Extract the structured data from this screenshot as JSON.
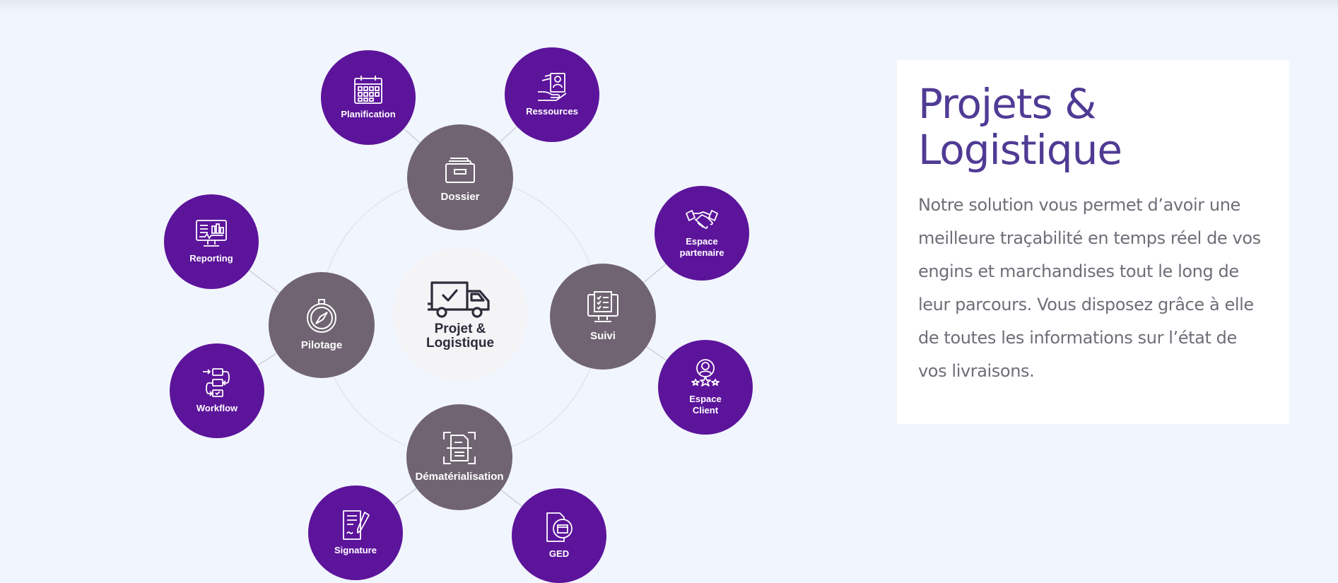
{
  "diagram": {
    "center": {
      "label_line1": "Projet &",
      "label_line2": "Logistique",
      "icon": "delivery-truck-icon"
    },
    "hubs": {
      "dossier": {
        "label": "Dossier",
        "icon": "folder-box-icon"
      },
      "pilotage": {
        "label": "Pilotage",
        "icon": "compass-icon"
      },
      "suivi": {
        "label": "Suivi",
        "icon": "monitor-checklist-icon"
      },
      "dematerialisation": {
        "label": "Dématérialisation",
        "icon": "document-scan-icon"
      }
    },
    "satellites": {
      "planification": {
        "label": "Planification",
        "icon": "calendar-icon"
      },
      "ressources": {
        "label": "Ressources",
        "icon": "hand-profile-card-icon"
      },
      "reporting": {
        "label": "Reporting",
        "icon": "monitor-chart-icon"
      },
      "workflow": {
        "label": "Workflow",
        "icon": "workflow-icon"
      },
      "espace_partenaire": {
        "label_line1": "Espace",
        "label_line2": "partenaire",
        "icon": "handshake-icon"
      },
      "espace_client": {
        "label_line1": "Espace",
        "label_line2": "Client",
        "icon": "user-stars-icon"
      },
      "signature": {
        "label": "Signature",
        "icon": "signed-document-icon"
      },
      "ged": {
        "label": "GED",
        "icon": "document-storage-icon"
      }
    }
  },
  "card": {
    "title_line1": "Projets &",
    "title_line2": "Logistique",
    "description": "Notre solution vous permet d’avoir une meilleure traçabilité en temps réel de vos engins et marchandises tout le long de leur parcours. Vous disposez grâce à elle de toutes les informations sur l’état de vos livraisons."
  },
  "colors": {
    "background": "#f1f5fd",
    "satellite": "#5c149b",
    "hub": "#706472",
    "title": "#4f3b94",
    "text": "#6e6e78"
  }
}
